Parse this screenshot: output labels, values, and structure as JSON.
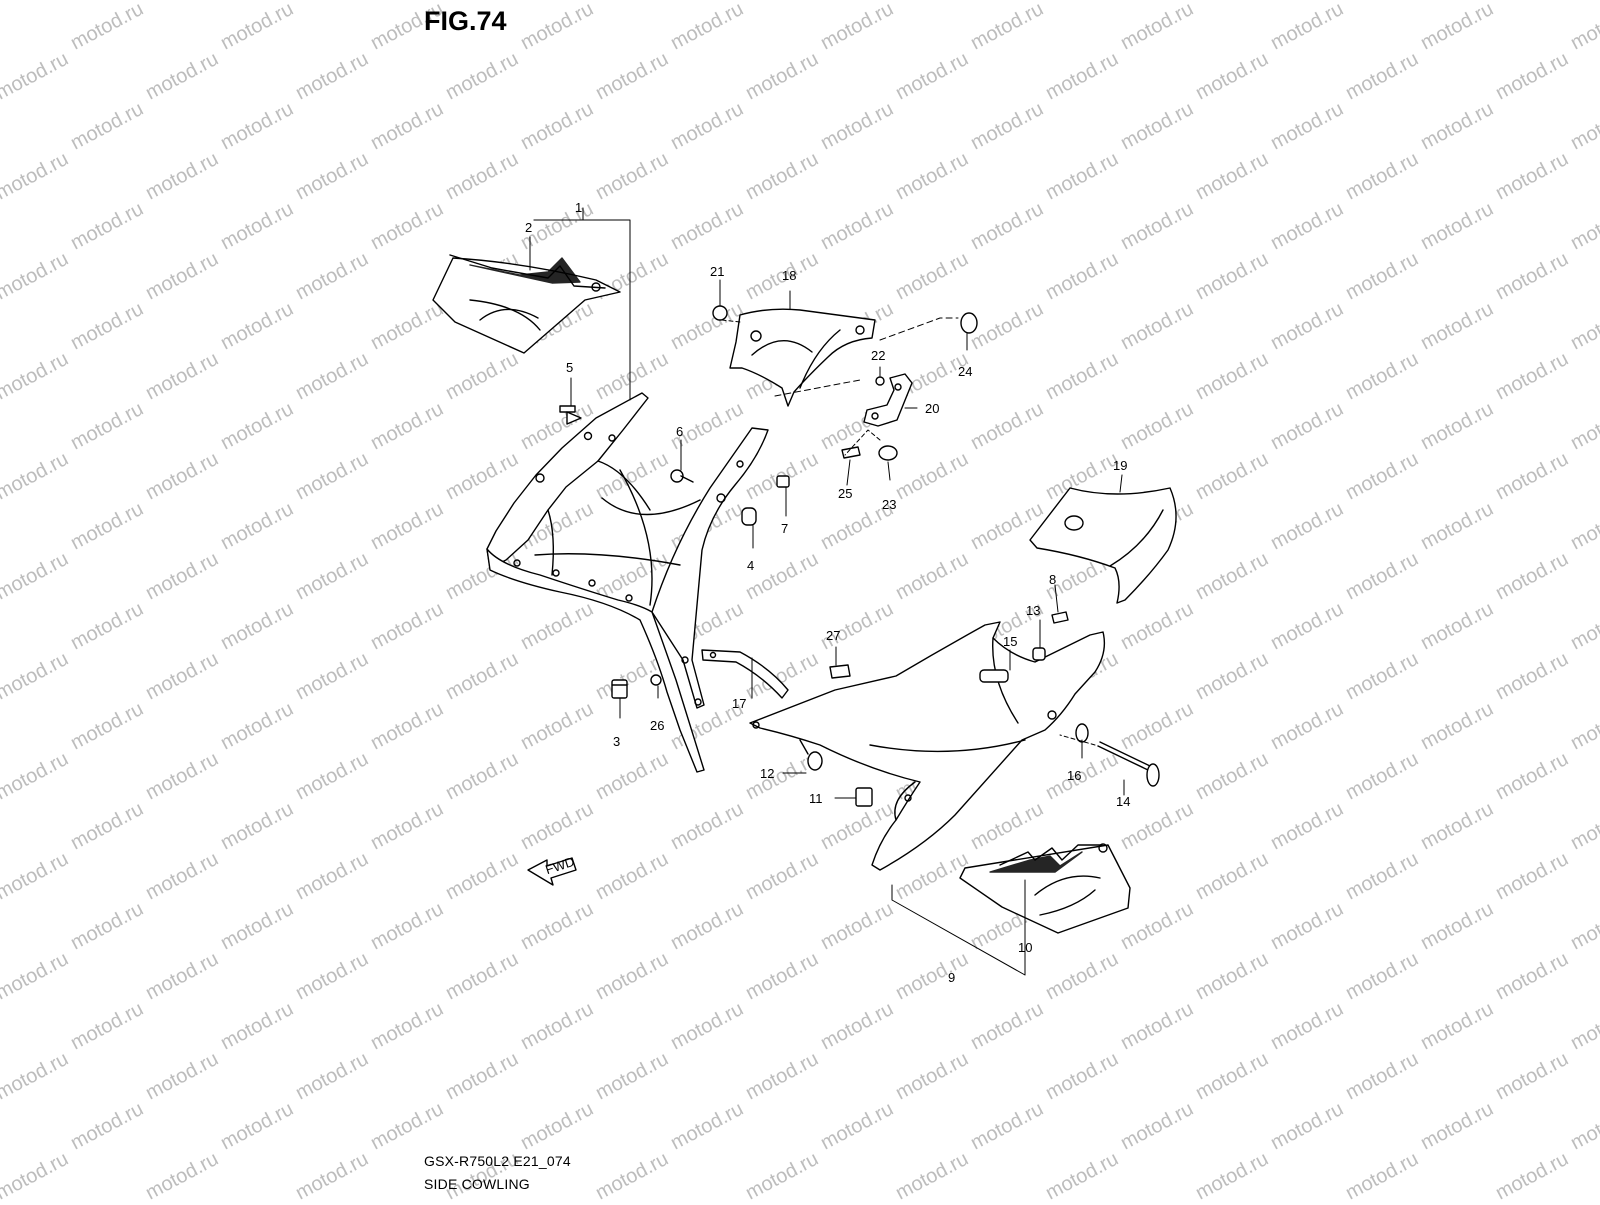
{
  "figure": {
    "title": "FIG.74",
    "model_code": "GSX-R750L2 E21_074",
    "section_name": "SIDE COWLING",
    "watermark": "motod.ru",
    "fwd_label": "FWD"
  },
  "callouts": [
    "1",
    "2",
    "3",
    "4",
    "5",
    "6",
    "7",
    "8",
    "9",
    "10",
    "11",
    "12",
    "13",
    "14",
    "15",
    "16",
    "17",
    "18",
    "19",
    "20",
    "21",
    "22",
    "23",
    "24",
    "25",
    "26",
    "27"
  ]
}
